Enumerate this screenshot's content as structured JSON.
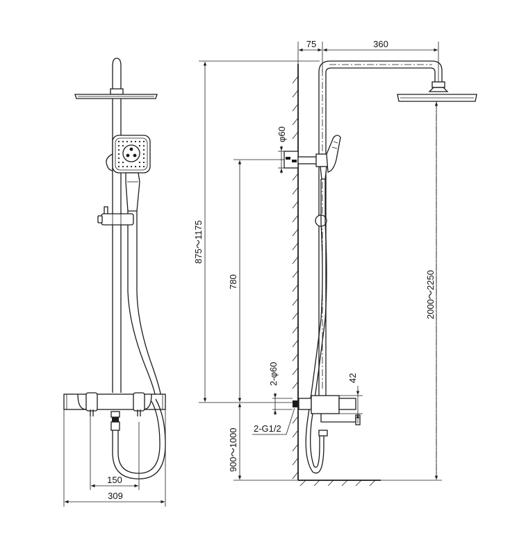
{
  "dimensions": {
    "front_width": "309",
    "front_spacing": "150",
    "side_offset": "75",
    "arm_reach": "360",
    "pipe_diameter_top": "φ60",
    "total_height": "875～1175",
    "bracket_height": "780",
    "pipe_diameter_bottom": "2-φ60",
    "inlet_thread": "2-G1/2",
    "mixer_height": "42",
    "mount_height": "900～1000",
    "head_height": "2000～2250"
  },
  "colors": {
    "line": "#1a1a1a",
    "background": "#ffffff"
  }
}
